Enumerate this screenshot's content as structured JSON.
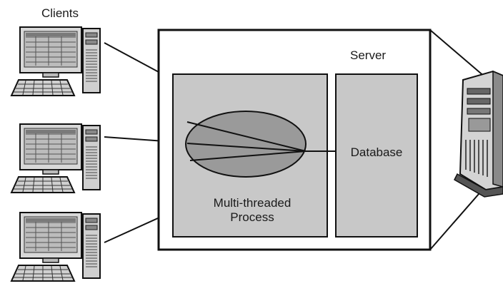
{
  "labels": {
    "clients": "Clients",
    "server": "Server",
    "process_line1": "Multi-threaded",
    "process_line2": "Process",
    "database": "Database"
  },
  "colors": {
    "background": "#ffffff",
    "box_fill": "#c8c8c8",
    "ellipse_fill": "#9a9a9a",
    "line": "#111111"
  },
  "icons": {
    "client": "desktop-computer-icon",
    "server": "tower-server-icon"
  }
}
